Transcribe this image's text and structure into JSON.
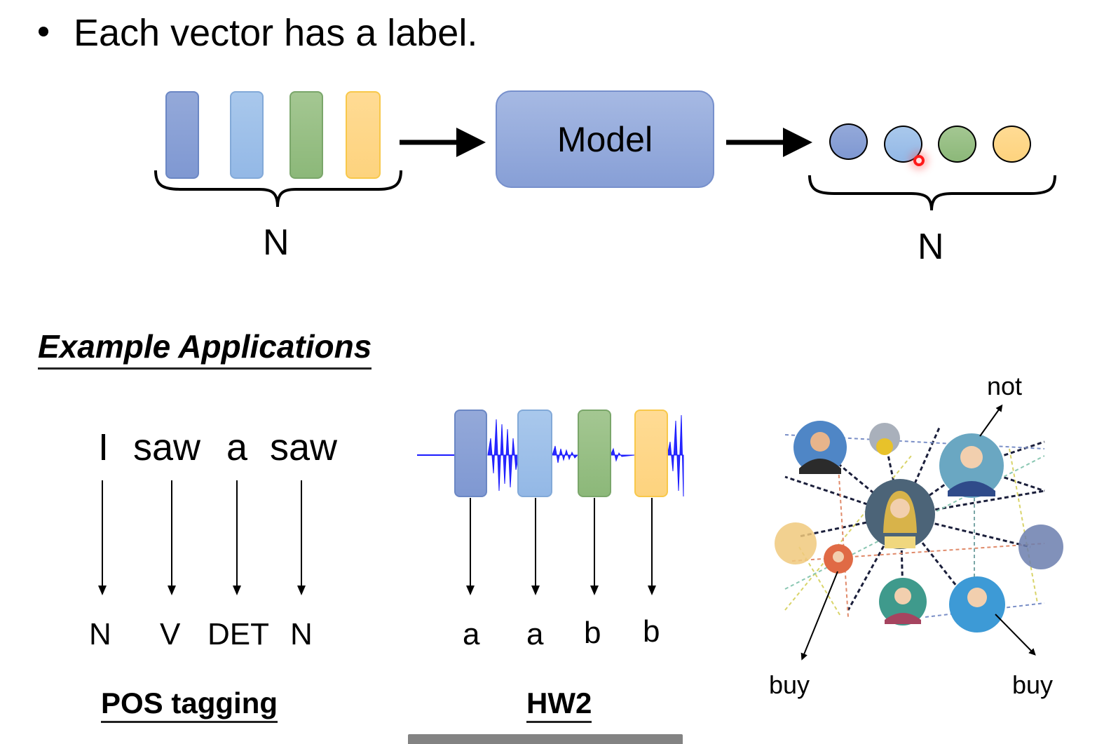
{
  "slide": {
    "bullet": "Each vector has a label.",
    "top_diagram": {
      "input_vectors": [
        {
          "color": "#8aa1d6"
        },
        {
          "color": "#9fc1ea"
        },
        {
          "color": "#97bf84"
        },
        {
          "color": "#fed788"
        }
      ],
      "input_count_label": "N",
      "model_label": "Model",
      "output_labels": [
        {
          "color": "#8aa1d6"
        },
        {
          "color": "#9fc1ea"
        },
        {
          "color": "#97bf84"
        },
        {
          "color": "#fed788"
        }
      ],
      "output_count_label": "N"
    },
    "section_title": "Example Applications",
    "applications": [
      {
        "title": "POS tagging",
        "inputs": [
          "I",
          "saw",
          "a",
          "saw"
        ],
        "outputs": [
          "N",
          "V",
          "DET",
          "N"
        ]
      },
      {
        "title": "HW2",
        "outputs": [
          "a",
          "a",
          "b",
          "b"
        ]
      },
      {
        "title": "",
        "node_labels": [
          "not",
          "buy",
          "buy"
        ]
      }
    ]
  }
}
